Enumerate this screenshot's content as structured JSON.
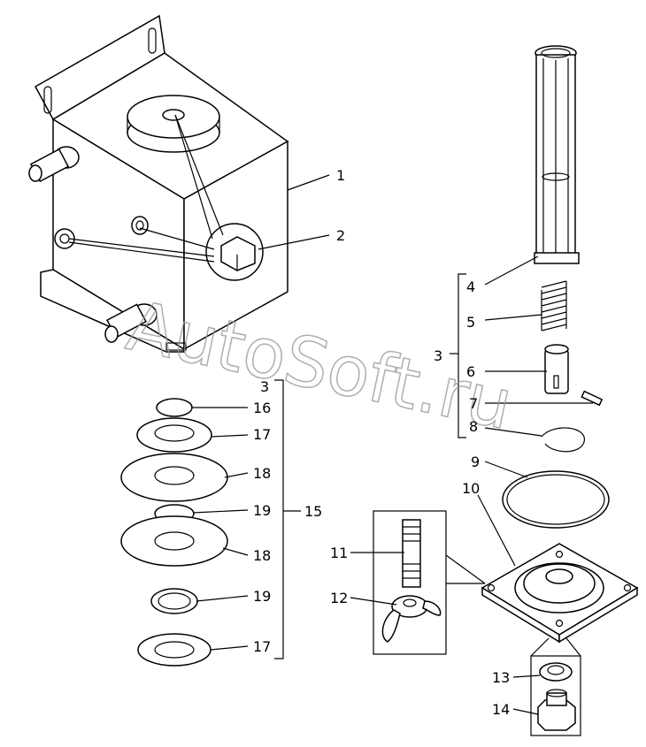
{
  "watermark": "AutoSoft.ru",
  "callouts": {
    "c1": "1",
    "c2": "2",
    "c3a": "3",
    "c3b": "3",
    "c4": "4",
    "c5": "5",
    "c6": "6",
    "c7": "7",
    "c8": "8",
    "c9": "9",
    "c10": "10",
    "c11": "11",
    "c12": "12",
    "c13": "13",
    "c14": "14",
    "c15": "15",
    "c16": "16",
    "c17a": "17",
    "c18a": "18",
    "c19a": "19",
    "c18b": "18",
    "c19b": "19",
    "c17b": "17"
  }
}
